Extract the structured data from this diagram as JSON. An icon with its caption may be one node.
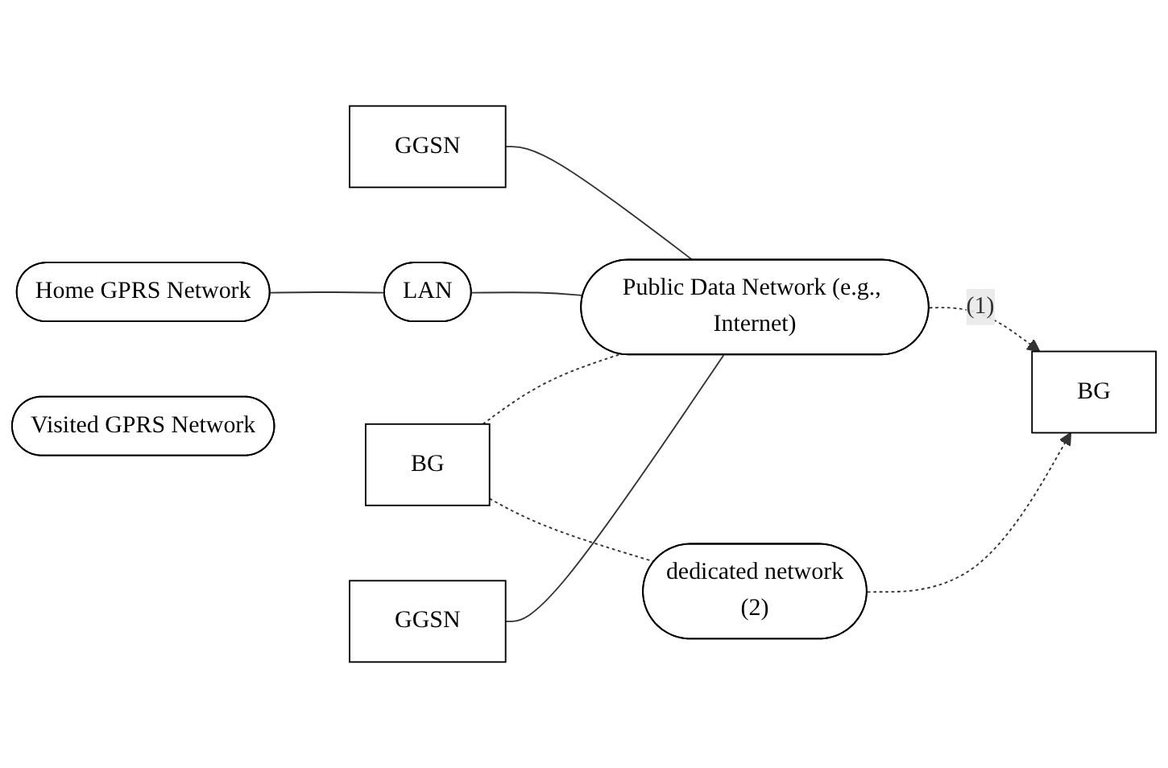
{
  "diagram": {
    "nodes": [
      {
        "text": [
          "Home GPRS Network"
        ]
      },
      {
        "text": [
          "GGSN"
        ]
      },
      {
        "text": [
          "LAN"
        ]
      },
      {
        "text": [
          "BG"
        ]
      },
      {
        "text": [
          "dedicated network",
          "(2)"
        ]
      },
      {
        "text": [
          "Public Data Network (e.g., Internet)"
        ]
      },
      {
        "text": [
          "BG"
        ]
      },
      {
        "text": [
          "Visited GPRS Network"
        ]
      },
      {
        "text": [
          "GGSN"
        ]
      }
    ],
    "edges": [
      {
        "from": 0,
        "to": 2,
        "arrow": "none"
      },
      {
        "from": 1,
        "to": 5,
        "arrow": "none"
      },
      {
        "from": 2,
        "to": 5,
        "arrow": "none"
      },
      {
        "from": 3,
        "to": 5,
        "arrow": "none",
        "style": "dashed"
      },
      {
        "from": 3,
        "to": 4,
        "arrow": "none",
        "style": "dashed"
      },
      {
        "from": 4,
        "to": 6,
        "arrow": "to",
        "style": "dashed"
      },
      {
        "from": 5,
        "to": 6,
        "arrow": "to",
        "style": "dashed",
        "label": "(1)"
      },
      {
        "from": 8,
        "to": 5,
        "arrow": "none"
      }
    ]
  }
}
